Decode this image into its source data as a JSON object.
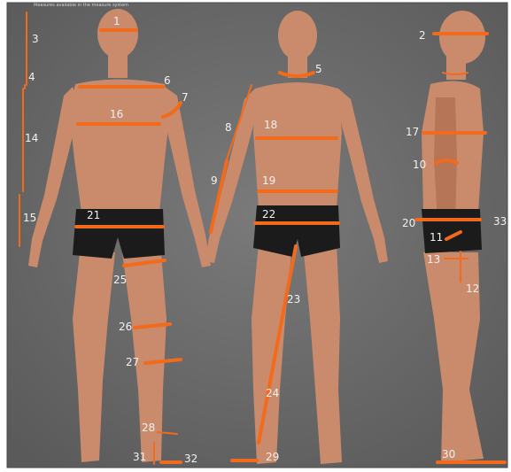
{
  "caption": "Measures available in the measure system",
  "labels": [
    "1",
    "2",
    "3",
    "4",
    "5",
    "6",
    "7",
    "8",
    "9",
    "10",
    "11",
    "12",
    "13",
    "14",
    "15",
    "16",
    "17",
    "18",
    "19",
    "20",
    "21",
    "22",
    "23",
    "24",
    "25",
    "26",
    "27",
    "28",
    "29",
    "30",
    "31",
    "32",
    "33"
  ],
  "colors": {
    "background": "#6b6b6b",
    "measure_line": "#f26a1b",
    "skin": "#c98b6b",
    "trunks": "#1b1b1b",
    "label": "#f2f2f2"
  }
}
